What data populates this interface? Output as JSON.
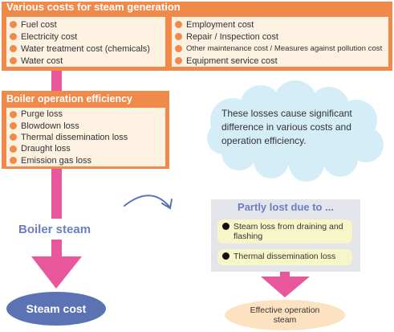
{
  "costs": {
    "title": "Various costs for steam generation",
    "left_items": [
      "Fuel cost",
      "Electricity cost",
      "Water treatment cost (chemicals)",
      "Water cost"
    ],
    "right_items": [
      "Employment cost",
      "Repair / Inspection cost",
      "Other maintenance cost / Measures against pollution cost",
      "Equipment service cost"
    ]
  },
  "efficiency": {
    "title": "Boiler operation efficiency",
    "items": [
      "Purge loss",
      "Blowdown loss",
      "Thermal dissemination loss",
      "Draught loss",
      "Emission gas loss"
    ]
  },
  "cloud": {
    "text": "These losses cause significant difference in various costs and operation efficiency."
  },
  "boiler_steam": "Boiler steam",
  "steam_cost": "Steam cost",
  "lost": {
    "title": "Partly lost due to ...",
    "items": [
      "Steam loss from draining and flashing",
      "Thermal dissemination loss"
    ]
  },
  "effective": "Effective operation steam",
  "colors": {
    "orange": "#ef8a4a",
    "pink": "#e8579b",
    "blue": "#5b73b3",
    "cloud": "#d5edf6"
  }
}
